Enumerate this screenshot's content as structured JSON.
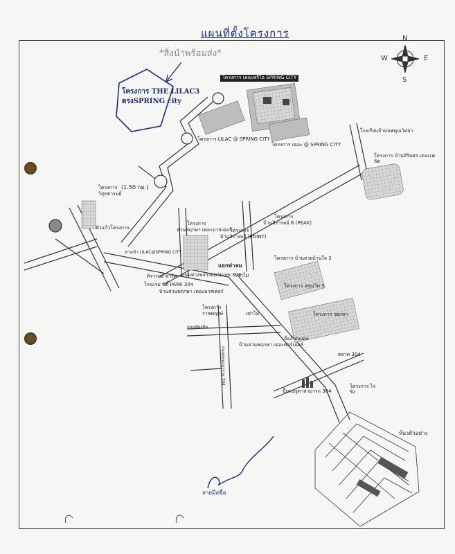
{
  "header": {
    "title": "แผนที่ตั้งโครงการ",
    "stamp_note": "*สิ่งนำพร้อมส่ง*"
  },
  "annotation": {
    "line1": "โครงการ THE LILAC3",
    "line2": "ตรงSPRING city"
  },
  "compass": {
    "n": "N",
    "s": "S",
    "e": "E",
    "w": "W"
  },
  "labels": {
    "spring_city_top": "โครงการ เดอะพรีโอ SPRING CITY",
    "spring_city_bottom_left": "โครงการ LILAC @ SPRING CITY",
    "spring_city_bottom_right": "โครงการ เดอะ @ SPRING CITY",
    "school": "โรงเรียนบ้านนพคุณวิทยา",
    "ban_sirin_right": "โครงการ บ้านสิรินธร เดอะเพลิต",
    "wisut_title": "โครงการ",
    "wisut_name": "วิสุทธารมย์",
    "distance": "(1.50 กม.)",
    "tiew_kaew": "ทิวแก้วโครงการ",
    "suan_title": "โครงการ",
    "suan_name": "สวนพฤกษา เดอะมาสเตอร์",
    "ban_sirirom_point_title": "โครงการ",
    "ban_sirirom_point": "บ้านสิรารมย์ (POINT)",
    "ban_sirirom_peak_title": "โครงการ",
    "ban_sirirom_peak": "บ้านสิรารมย์ 8 (PEAK)",
    "ban_suay": "โครงการ บ้านสวยบ้านใจ 3",
    "intersection": "แยกท่าลม",
    "road_bangna": "ถนนทางหลวงหมายเลข 304",
    "lilac_spring_small": "ทางเข้า LILAC@SPRING CITY",
    "sirirom_park": "สิรารมย์ พาร์ค",
    "hotel": "โรงแรม ซิตี้ PARK 304",
    "ban_suan_bottom": "บ้านสวนพฤกษา เดอะมาสเตอร์",
    "sukhumvit": "โครงการ สุขุมวิท 5",
    "chom_khao": "โครงการ ชมเขา",
    "rajapruek_title": "โครงการ",
    "rajapruek": "ราชพฤกษ์",
    "seven": "เซ่าไม่",
    "seven2": "เซ่าไม่",
    "ban_suan_lower": "บ้านสวนพฤกษา เดอะคอร์เนอร์",
    "gas": "ปั๊มน้ำมันปตท.",
    "market": "ตลาด 304",
    "pump_bottom": "ปั๊มแบรูดาสามารถ 304",
    "rai_khing": "โครงการ ไร่ขิง",
    "road_local": "ถนนท้องถิ่น",
    "road_vertical": "ถนนคลองนาราย 304",
    "inset_note": "ห้องตัวอย่าง"
  },
  "signature": "ลายมือชื่อ"
}
